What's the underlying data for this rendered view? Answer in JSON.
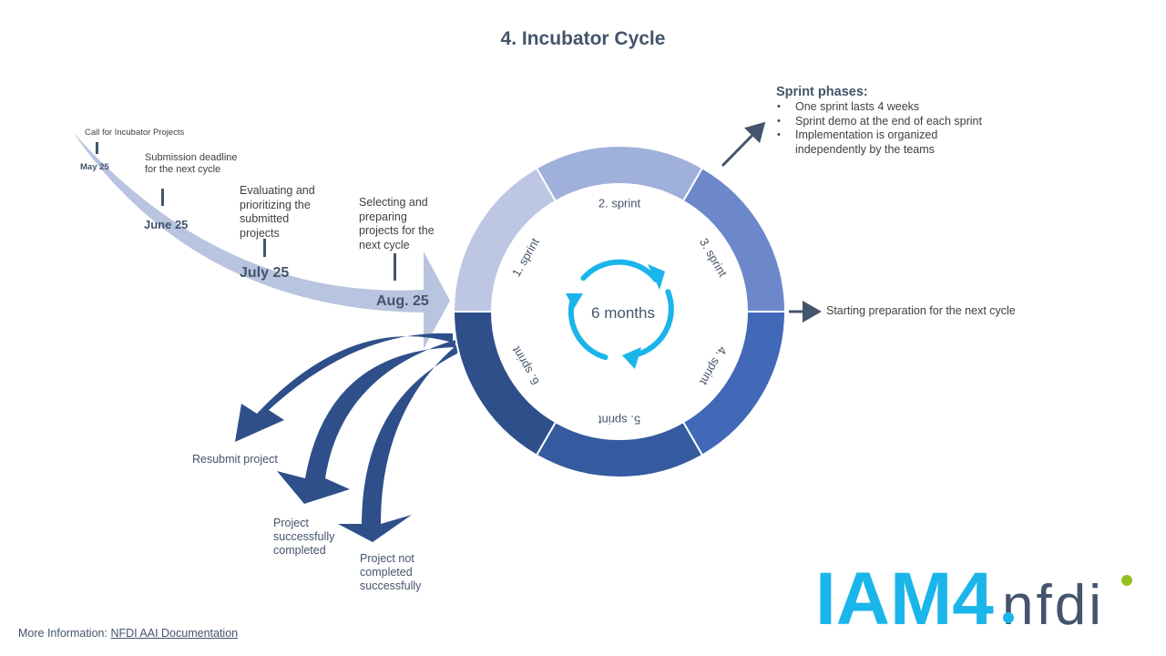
{
  "title": "4. Incubator Cycle",
  "timeline": [
    {
      "label": "Call for Incubator Projects",
      "date": "May 25"
    },
    {
      "label": "Submission deadline for the next cycle",
      "date": "June 25"
    },
    {
      "label": "Evaluating and prioritizing the submitted projects",
      "date": "July 25"
    },
    {
      "label": "Selecting and preparing projects for the next cycle",
      "date": "Aug. 25"
    }
  ],
  "cycle": {
    "center_label": "6 months",
    "sprints": [
      "1. sprint",
      "2. sprint",
      "3. sprint",
      "4. sprint",
      "5. sprint",
      "6. sprint"
    ],
    "colors": [
      "#bdc7e3",
      "#9fb0da",
      "#6d88ca",
      "#4169b8",
      "#355a9f",
      "#2e4f8a"
    ],
    "icon_color": "#1ab5ea"
  },
  "sprint_phases": {
    "heading": "Sprint phases:",
    "items": [
      "One sprint lasts 4 weeks",
      "Sprint demo at the end of each sprint",
      "Implementation is organized independently by the teams"
    ]
  },
  "next_cycle_label": "Starting preparation for the next cycle",
  "outcomes": [
    "Resubmit project",
    "Project successfully completed",
    "Project not completed successfully"
  ],
  "footer": {
    "prefix": "More Information:",
    "link_text": "NFDI AAI Documentation"
  },
  "logo": {
    "part1": "IAM4",
    "part2": "nfdi",
    "primary_color": "#1ab5ea",
    "secondary_color": "#44546a",
    "dot_color": "#95c11f"
  },
  "colors": {
    "text": "#44546a",
    "timeline_arrow": "#b9c4e0",
    "outcome_arrow": "#2e4f8a"
  }
}
